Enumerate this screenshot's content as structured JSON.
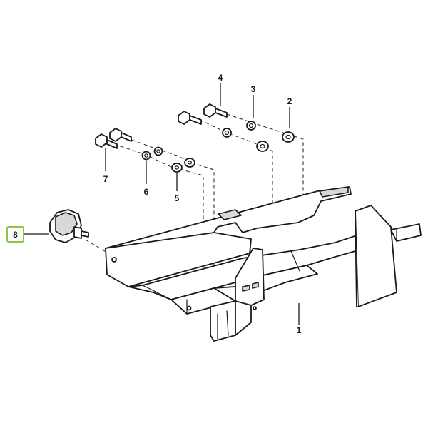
{
  "callouts": [
    {
      "id": "1",
      "label": "1",
      "highlighted": false
    },
    {
      "id": "2",
      "label": "2",
      "highlighted": false
    },
    {
      "id": "3",
      "label": "3",
      "highlighted": false
    },
    {
      "id": "4",
      "label": "4",
      "highlighted": false
    },
    {
      "id": "5",
      "label": "5",
      "highlighted": false
    },
    {
      "id": "6",
      "label": "6",
      "highlighted": false
    },
    {
      "id": "7",
      "label": "7",
      "highlighted": false
    },
    {
      "id": "8",
      "label": "8",
      "highlighted": true
    }
  ],
  "colors": {
    "highlight_box": "#8dc63f",
    "line": "#1a1a1a",
    "background": "#ffffff"
  }
}
